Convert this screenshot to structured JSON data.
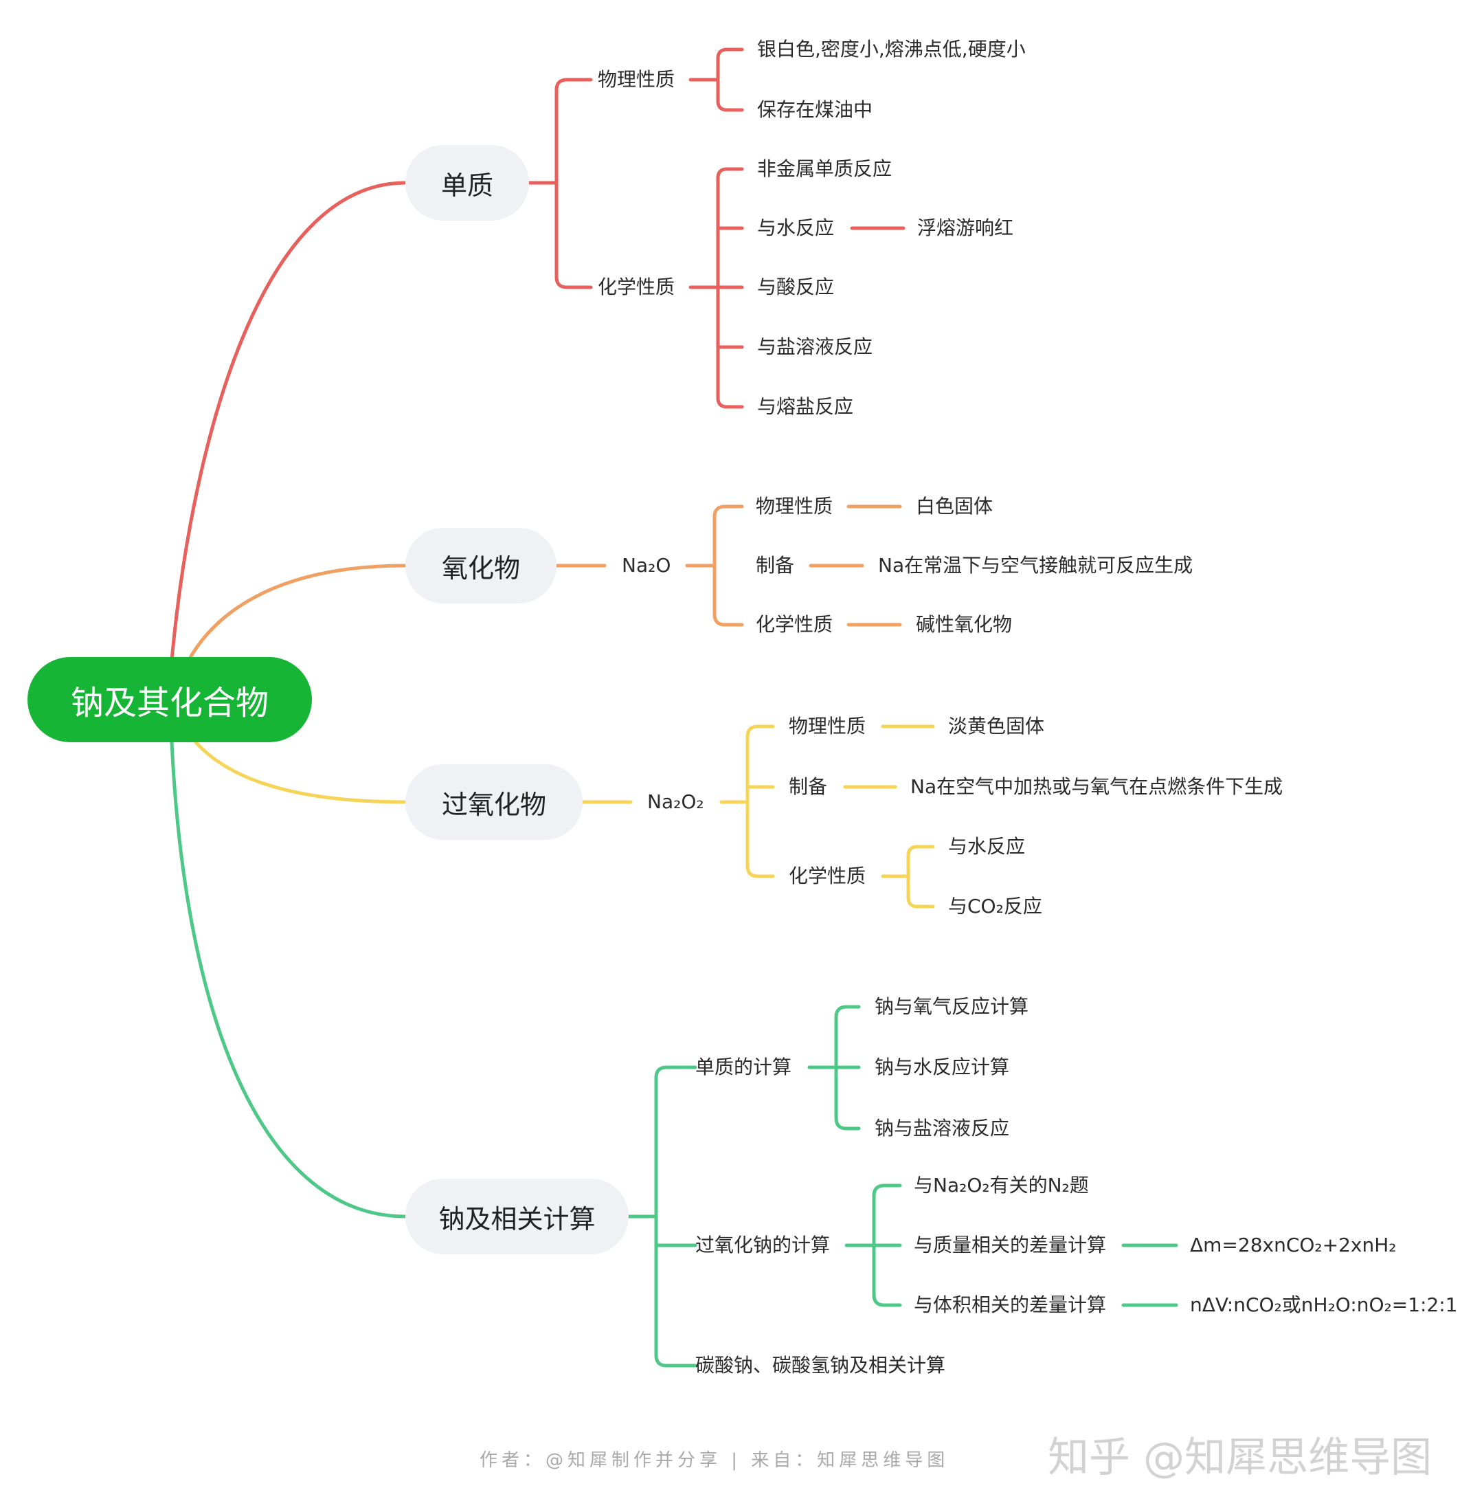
{
  "colors": {
    "red": "#e8605c",
    "orange": "#f1a063",
    "yellow": "#f6d458",
    "green": "#4ec887",
    "root_fill": "#17b536",
    "pill_fill": "#eff1f4"
  },
  "root": {
    "label": "钠及其化合物"
  },
  "branches": {
    "elemental": {
      "label": "单质",
      "physical": {
        "label": "物理性质",
        "items": [
          "银白色,密度小,熔沸点低,硬度小",
          "保存在煤油中"
        ]
      },
      "chemical": {
        "label": "化学性质",
        "items": [
          "非金属单质反应",
          "与水反应",
          "与酸反应",
          "与盐溶液反应",
          "与熔盐反应"
        ],
        "water_detail": "浮熔游响红"
      }
    },
    "oxide": {
      "label": "氧化物",
      "formula": "Na₂O",
      "rows": [
        {
          "label": "物理性质",
          "detail": "白色固体"
        },
        {
          "label": "制备",
          "detail": "Na在常温下与空气接触就可反应生成"
        },
        {
          "label": "化学性质",
          "detail": "碱性氧化物"
        }
      ]
    },
    "peroxide": {
      "label": "过氧化物",
      "formula": "Na₂O₂",
      "physical": {
        "label": "物理性质",
        "detail": "淡黄色固体"
      },
      "prep": {
        "label": "制备",
        "detail": "Na在空气中加热或与氧气在点燃条件下生成"
      },
      "chemical": {
        "label": "化学性质",
        "items": [
          "与水反应",
          "与CO₂反应"
        ]
      }
    },
    "calc": {
      "label": "钠及相关计算",
      "elemental_calc": {
        "label": "单质的计算",
        "items": [
          "钠与氧气反应计算",
          "钠与水反应计算",
          "钠与盐溶液反应"
        ]
      },
      "peroxide_calc": {
        "label": "过氧化钠的计算",
        "items": [
          "与Na₂O₂有关的N₂题",
          "与质量相关的差量计算",
          "与体积相关的差量计算"
        ],
        "mass_formula": "Δm=28xnCO₂+2xnH₂",
        "volume_formula": "nΔV:nCO₂或nH₂O:nO₂=1:2:1"
      },
      "carbonate_calc": {
        "label": "碳酸钠、碳酸氢钠及相关计算"
      }
    }
  },
  "footer": {
    "text": "作者：@知犀制作并分享 | 来自：知犀思维导图"
  },
  "watermark": {
    "text": "知乎 @知犀思维导图"
  }
}
